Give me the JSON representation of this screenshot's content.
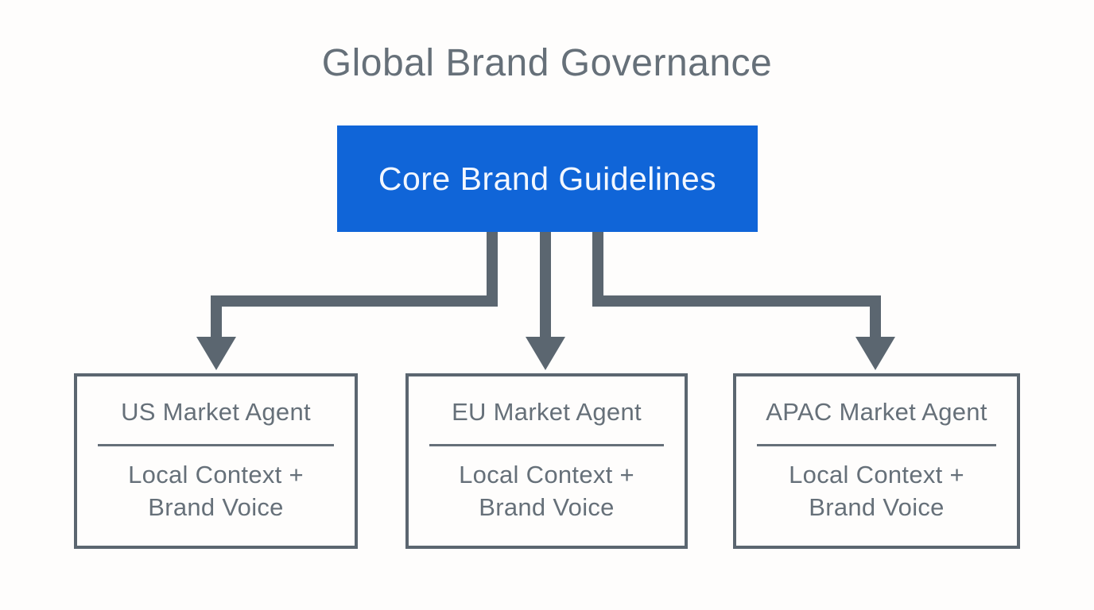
{
  "title": "Global Brand Governance",
  "root_node": {
    "label": "Core Brand Guidelines"
  },
  "agents": [
    {
      "label": "US Market Agent",
      "sublabel_line1": "Local Context +",
      "sublabel_line2": "Brand Voice"
    },
    {
      "label": "EU Market Agent",
      "sublabel_line1": "Local Context +",
      "sublabel_line2": "Brand Voice"
    },
    {
      "label": "APAC Market Agent",
      "sublabel_line1": "Local Context +",
      "sublabel_line2": "Brand Voice"
    }
  ],
  "colors": {
    "accent_blue": "#1065d8",
    "connector_gray": "#5b6670",
    "text_gray": "#667079",
    "node_text_light": "#f2f7ff",
    "background": "#fefdfc"
  }
}
